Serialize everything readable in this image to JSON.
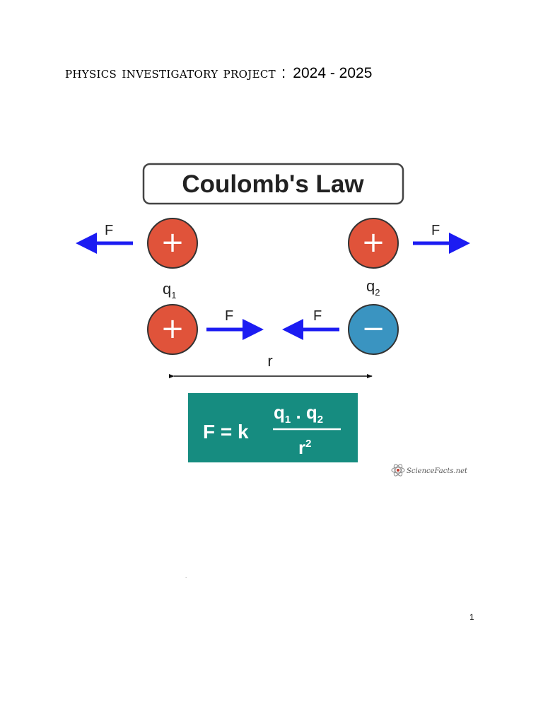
{
  "header": {
    "title": "Physics Investigatory Project",
    "separator": ":",
    "year": "2024 - 2025"
  },
  "diagram": {
    "title": "Coulomb's Law",
    "force_label": "F",
    "charge_1_label": "q",
    "charge_1_sub": "1",
    "charge_2_label": "q",
    "charge_2_sub": "2",
    "distance_label": "r",
    "plus_symbol": "+",
    "minus_symbol": "−",
    "formula": {
      "lhs": "F = k",
      "numerator": "q",
      "numerator_sub1": "1",
      "numerator_dot": " . q",
      "numerator_sub2": "2",
      "denominator": "r",
      "denominator_sup": "2"
    },
    "credit": "ScienceFacts.net",
    "colors": {
      "positive_charge": "#e0533a",
      "negative_charge": "#3a94c1",
      "arrow": "#1c1cf2",
      "formula_bg": "#168c80",
      "formula_text": "#ffffff"
    }
  },
  "footer": {
    "page_number": "1"
  }
}
